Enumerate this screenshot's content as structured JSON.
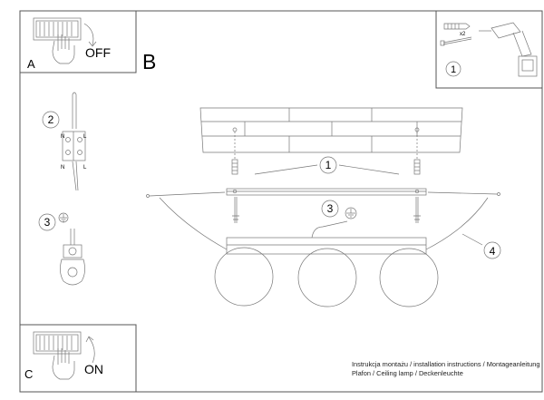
{
  "panels": {
    "a": {
      "letter": "A",
      "action": "OFF"
    },
    "b": {
      "letter": "B"
    },
    "c": {
      "letter": "C",
      "action": "ON"
    }
  },
  "steps": {
    "drill_step": "1",
    "wiring_step": "2",
    "ground_step": "3",
    "mount_step": "1",
    "ground_main_step": "3",
    "cable_step": "4"
  },
  "wiring": {
    "neutral": "N",
    "live": "L"
  },
  "parts": {
    "quantity": "x2"
  },
  "footer": {
    "line1": "Instrukcja montażu / installation instructions / Montageanleitung",
    "line2": "Plafon / Ceiling lamp / Deckenleuchte"
  },
  "colors": {
    "line": "#555555",
    "background": "#ffffff"
  }
}
